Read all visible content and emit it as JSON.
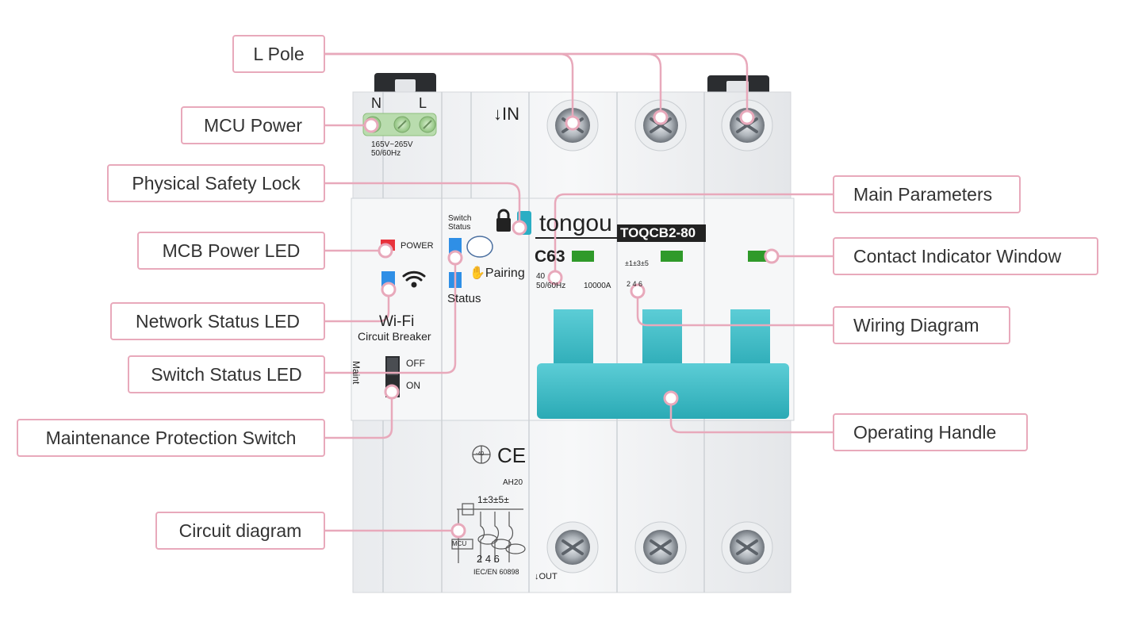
{
  "callouts": {
    "l_pole": "L Pole",
    "mcu_power": "MCU Power",
    "physical_safety_lock": "Physical Safety Lock",
    "mcb_power_led": "MCB Power LED",
    "network_status_led": "Network Status LED",
    "switch_status_led": "Switch Status LED",
    "maintenance_protection_switch": "Maintenance Protection Switch",
    "circuit_diagram": "Circuit diagram",
    "main_parameters": "Main Parameters",
    "contact_indicator_window": "Contact Indicator Window",
    "wiring_diagram": "Wiring Diagram",
    "operating_handle": "Operating Handle"
  },
  "device": {
    "terminal_n": "N",
    "terminal_l": "L",
    "voltage": "165V~265V",
    "frequency": "50/60Hz",
    "in_label": "IN",
    "out_label": "OUT",
    "brand": "tongou",
    "model": "TOQCB2-80",
    "rating": "C63",
    "param_temp": "40",
    "param_freq": "50/60Hz",
    "breaking_capacity": "10000A",
    "power_label": "POWER",
    "switch_status_label_1": "Switch",
    "switch_status_label_2": "Status",
    "pairing_label": "Pairing",
    "status_label": "Status",
    "wifi_label": "Wi-Fi",
    "circuit_breaker_label": "Circuit Breaker",
    "maint_label": "Maint",
    "off_label": "OFF",
    "on_label": "ON",
    "temp_rating": "-40",
    "ce_mark": "CE",
    "ah_label": "AH20",
    "diagram_top": "1±3±5±",
    "diagram_bottom": "2 4 6",
    "mcu_label": "MCU",
    "standard": "IEC/EN 60898",
    "wiring_top": "±1±3±5",
    "wiring_bottom": "2 4 6"
  },
  "colors": {
    "callout_border": "#e8a9bb",
    "handle": "#3dbdc7",
    "led_blue": "#2f8fe6",
    "led_red": "#e8323c",
    "indicator_green": "#2f9a2a",
    "brand_teal": "#2aaec4"
  }
}
